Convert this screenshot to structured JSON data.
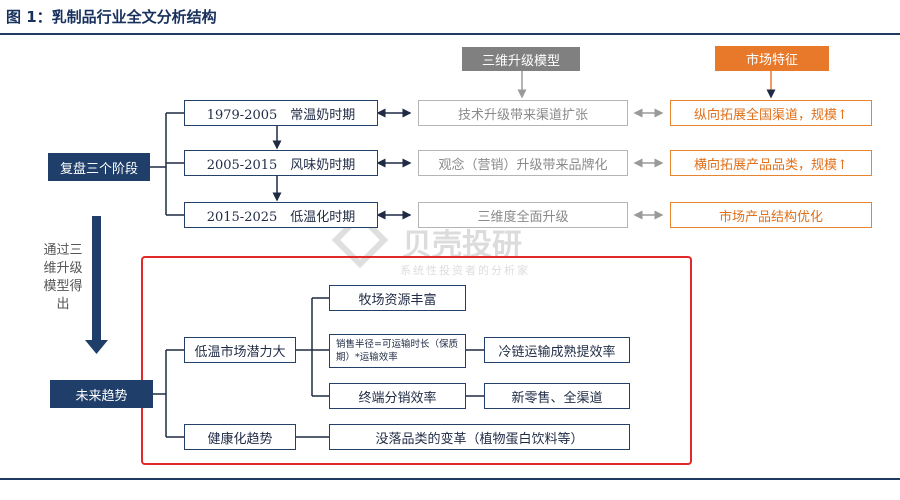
{
  "figure": {
    "title": "图 1：乳制品行业全文分析结构"
  },
  "headers": {
    "three_dim_model": "三维升级模型",
    "market_features": "市场特征"
  },
  "review": {
    "label": "复盘三个阶段",
    "stages": [
      {
        "label": "1979-2005　常温奶时期",
        "upgrade": "技术升级带来渠道扩张",
        "market": "纵向拓展全国渠道，规模↑"
      },
      {
        "label": "2005-2015　风味奶时期",
        "upgrade": "观念（营销）升级带来品牌化",
        "market": "横向拓展产品品类，规模↑"
      },
      {
        "label": "2015-2025　低温化时期",
        "upgrade": "三维度全面升级",
        "market": "市场产品结构优化"
      }
    ]
  },
  "transition_text": "通过三维升级模型得出",
  "future": {
    "label": "未来趋势",
    "low_temp": "低温市场潜力大",
    "health": "健康化趋势",
    "pasture": "牧场资源丰富",
    "sales_radius": "销售半径=可运输时长（保质期）*运输效率",
    "cold_chain": "冷链运输成熟提效率",
    "terminal": "终端分销效率",
    "new_retail": "新零售、全渠道",
    "declining_category": "没落品类的变革（植物蛋白饮料等）"
  },
  "watermark": {
    "brand": "贝壳投研",
    "slogan": "系统性投资者的分析家"
  },
  "colors": {
    "navy": "#1f3f6a",
    "orange": "#e8792a",
    "gray": "#808080",
    "red_frame": "#e02a2a"
  }
}
